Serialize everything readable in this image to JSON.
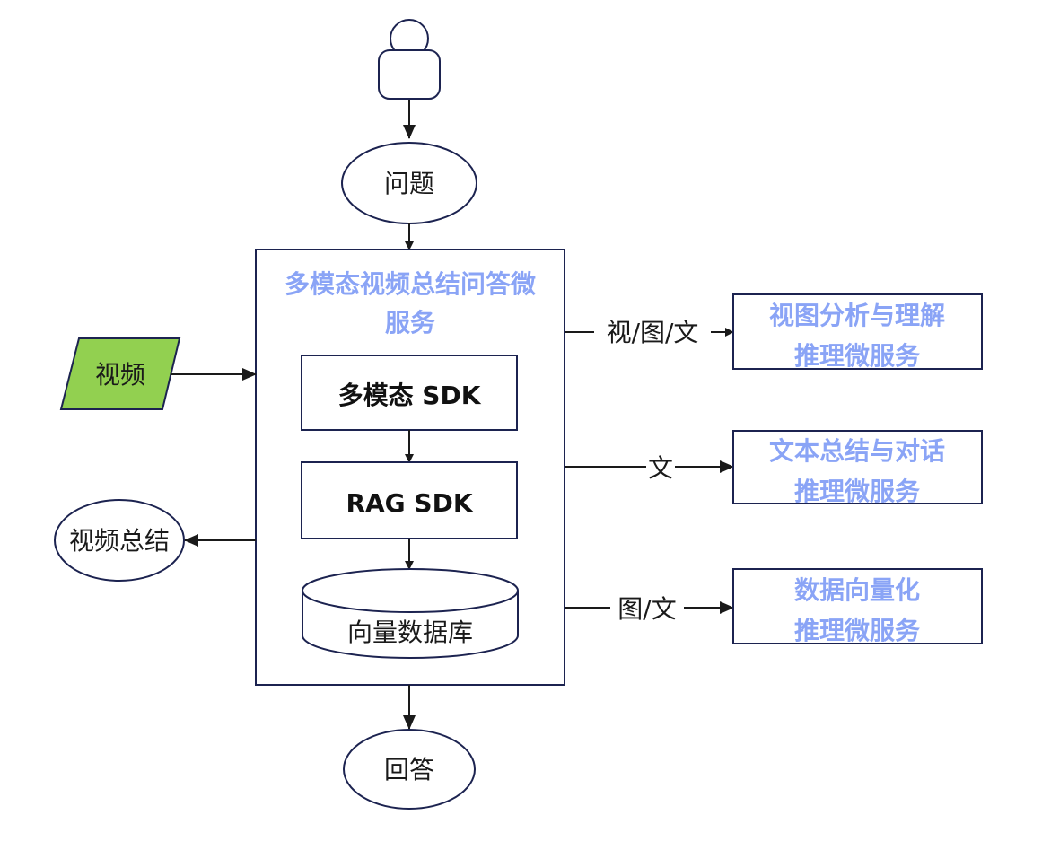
{
  "colors": {
    "stroke": "#1c2350",
    "accent_text": "#8aa4f6",
    "video_fill": "#92d050",
    "arrow": "#1a1a1a"
  },
  "nodes": {
    "user": {
      "label": "",
      "icon": "user-icon"
    },
    "question": {
      "label": "问题"
    },
    "service": {
      "title_line1": "多模态视频总结问答微",
      "title_line2": "服务"
    },
    "multimodal_sdk": {
      "label": "多模态 SDK"
    },
    "rag_sdk": {
      "label": "RAG SDK"
    },
    "vector_db": {
      "label": "向量数据库"
    },
    "video_input": {
      "label": "视频"
    },
    "video_summary": {
      "label": "视频总结"
    },
    "answer": {
      "label": "回答"
    },
    "vision_service": {
      "line1": "视图分析与理解",
      "line2": "推理微服务"
    },
    "text_service": {
      "line1": "文本总结与对话",
      "line2": "推理微服务"
    },
    "vector_service": {
      "line1": "数据向量化",
      "line2": "推理微服务"
    }
  },
  "edges": {
    "to_vision": {
      "label": "视/图/文"
    },
    "to_text": {
      "label": "文"
    },
    "to_vector": {
      "label": "图/文"
    }
  }
}
